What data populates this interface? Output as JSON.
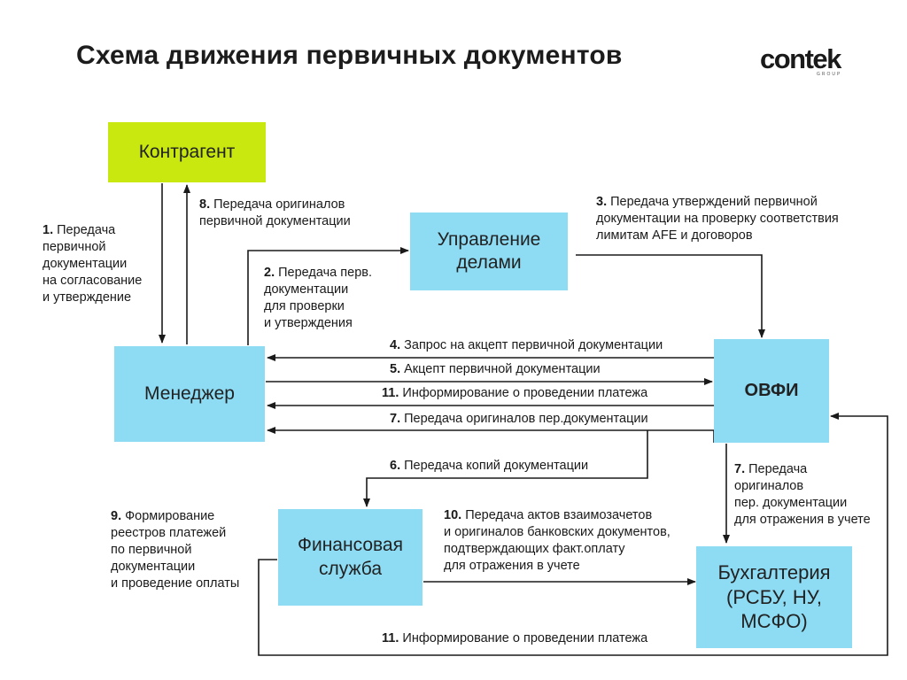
{
  "title": "Схема движения первичных документов",
  "logo": {
    "text": "contek",
    "sub": "GROUP"
  },
  "nodes": {
    "kontragent": "Контрагент",
    "upravlenie": "Управление делами",
    "menedzher": "Менеджер",
    "ovfi": "ОВФИ",
    "finansy": "Финансовая служба",
    "buhgalteria": "Бухгалтерия (РСБУ, НУ, МСФО)"
  },
  "flows": [
    {
      "num": "1.",
      "text": "Передача\nпервичной\nдокументации\nна согласование\nи утверждение"
    },
    {
      "num": "2.",
      "text": "Передача перв.\nдокументации\nдля проверки\nи утверждения"
    },
    {
      "num": "3.",
      "text": "Передача утверждений первичной\nдокументации на проверку соответствия\nлимитам AFE и договоров"
    },
    {
      "num": "4.",
      "text": "Запрос на акцепт первичной документации"
    },
    {
      "num": "5.",
      "text": "Акцепт первичной документации"
    },
    {
      "num": "11.",
      "text": "Информирование о проведении платежа"
    },
    {
      "num": "7.",
      "text": "Передача оригиналов пер.документации"
    },
    {
      "num": "6.",
      "text": "Передача копий документации"
    },
    {
      "num": "7.",
      "text": "Передача\nоригиналов\nпер. документации\nдля отражения в учете"
    },
    {
      "num": "8.",
      "text": "Передача оригиналов\nпервичной документации"
    },
    {
      "num": "9.",
      "text": "Формирование\nреестров платежей\nпо первичной\nдокументации\nи проведение оплаты"
    },
    {
      "num": "10.",
      "text": "Передача актов взаимозачетов\nи оригиналов банковских документов,\nподтверждающих факт.оплату\nдля отражения в учете"
    },
    {
      "num": "11.",
      "text": "Информирование о проведении платежа"
    }
  ],
  "colors": {
    "box_blue": "#8ddcf4",
    "box_green": "#c9e80f",
    "line": "#1a1a1a"
  }
}
